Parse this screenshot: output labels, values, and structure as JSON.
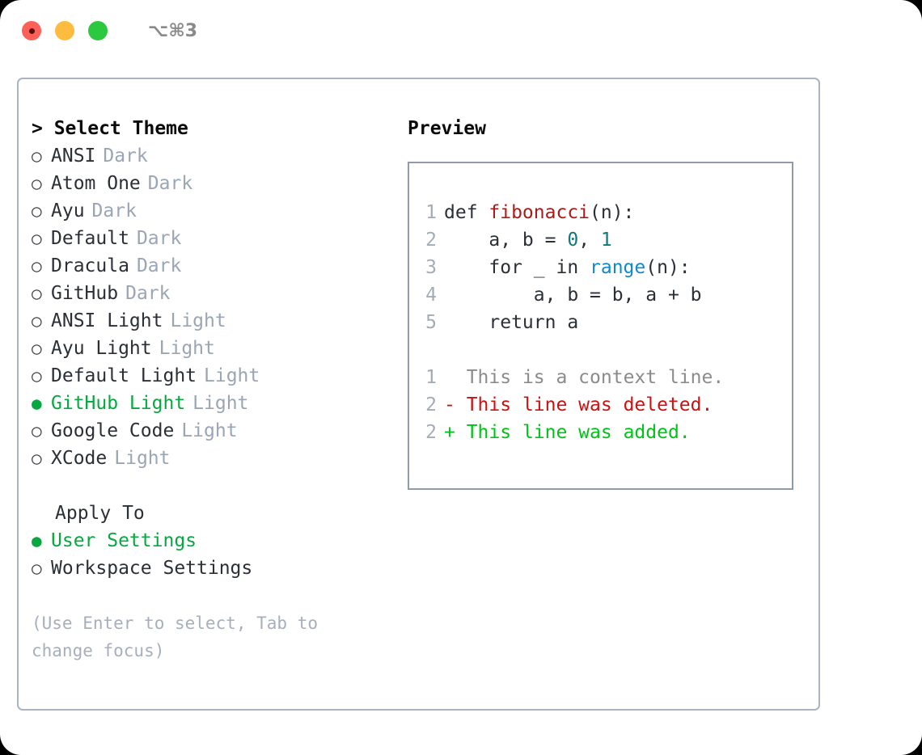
{
  "titlebar": {
    "shortcut": "⌥⌘3",
    "lights": [
      {
        "name": "close",
        "color": "#fd6058"
      },
      {
        "name": "minimize",
        "color": "#fdbc40"
      },
      {
        "name": "maximize",
        "color": "#2bc840"
      }
    ]
  },
  "theme_picker": {
    "header": "> Select Theme",
    "items": [
      {
        "bullet": "○",
        "label": "ANSI",
        "tag": "Dark",
        "selected": false
      },
      {
        "bullet": "○",
        "label": "Atom One",
        "tag": "Dark",
        "selected": false
      },
      {
        "bullet": "○",
        "label": "Ayu",
        "tag": "Dark",
        "selected": false
      },
      {
        "bullet": "○",
        "label": "Default",
        "tag": "Dark",
        "selected": false
      },
      {
        "bullet": "○",
        "label": "Dracula",
        "tag": "Dark",
        "selected": false
      },
      {
        "bullet": "○",
        "label": "GitHub",
        "tag": "Dark",
        "selected": false
      },
      {
        "bullet": "○",
        "label": "ANSI Light",
        "tag": "Light",
        "selected": false
      },
      {
        "bullet": "○",
        "label": "Ayu Light",
        "tag": "Light",
        "selected": false
      },
      {
        "bullet": "○",
        "label": "Default Light",
        "tag": "Light",
        "selected": false
      },
      {
        "bullet": "●",
        "label": "GitHub Light",
        "tag": "Light",
        "selected": true
      },
      {
        "bullet": "○",
        "label": "Google Code",
        "tag": "Light",
        "selected": false
      },
      {
        "bullet": "○",
        "label": "XCode",
        "tag": "Light",
        "selected": false
      }
    ]
  },
  "apply_to": {
    "header": "Apply To",
    "items": [
      {
        "bullet": "●",
        "label": "User Settings",
        "selected": true
      },
      {
        "bullet": "○",
        "label": "Workspace Settings",
        "selected": false
      }
    ]
  },
  "hint": "(Use Enter to select, Tab to change focus)",
  "preview": {
    "title": "Preview",
    "code_lines": [
      {
        "num": "1",
        "parts": [
          {
            "text": "def ",
            "style": "plain"
          },
          {
            "text": "fibonacci",
            "style": "fn"
          },
          {
            "text": "(n):",
            "style": "plain"
          }
        ]
      },
      {
        "num": "2",
        "parts": [
          {
            "text": "    a, b = ",
            "style": "plain"
          },
          {
            "text": "0",
            "style": "num"
          },
          {
            "text": ", ",
            "style": "plain"
          },
          {
            "text": "1",
            "style": "num"
          }
        ]
      },
      {
        "num": "3",
        "parts": [
          {
            "text": "    for _ in ",
            "style": "plain"
          },
          {
            "text": "range",
            "style": "builtin"
          },
          {
            "text": "(n):",
            "style": "plain"
          }
        ]
      },
      {
        "num": "4",
        "parts": [
          {
            "text": "        a, b = b, a + b",
            "style": "plain"
          }
        ]
      },
      {
        "num": "5",
        "parts": [
          {
            "text": "    return a",
            "style": "plain"
          }
        ]
      }
    ],
    "diff_lines": [
      {
        "num": "1",
        "marker": "  ",
        "text": "This is a context line.",
        "kind": "context"
      },
      {
        "num": "2",
        "marker": "- ",
        "text": "This line was deleted.",
        "kind": "deleted"
      },
      {
        "num": "2",
        "marker": "+ ",
        "text": "This line was added.",
        "kind": "added"
      }
    ]
  },
  "colors": {
    "accent_green": "#07a83f",
    "tag_gray": "#9aa5b5",
    "hint_gray": "#a6afbd",
    "panel_border": "#aab3c0",
    "preview_border": "#8e9bad",
    "diff_added": "#00c317",
    "diff_deleted": "#cc1111",
    "diff_context": "#8b8b8b",
    "syntax_function": "#aa1c1c",
    "syntax_number": "#0d7b7b",
    "syntax_builtin": "#1288cb"
  }
}
